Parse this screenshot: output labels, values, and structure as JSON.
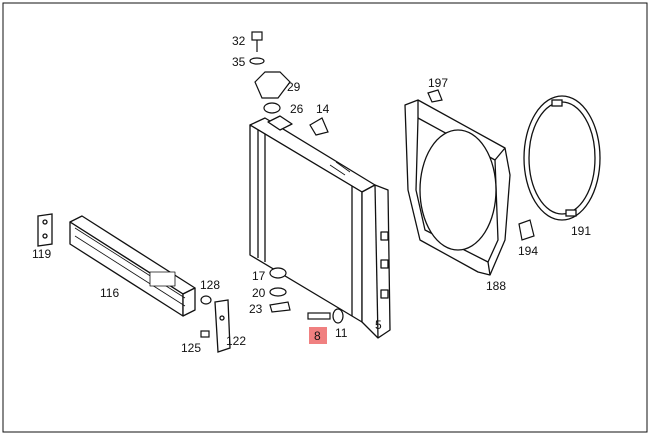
{
  "diagram": {
    "highlight_color": "#f08080",
    "parts": [
      {
        "id": "p32",
        "label": "32"
      },
      {
        "id": "p35",
        "label": "35"
      },
      {
        "id": "p29",
        "label": "29"
      },
      {
        "id": "p26",
        "label": "26"
      },
      {
        "id": "p14",
        "label": "14"
      },
      {
        "id": "p197",
        "label": "197"
      },
      {
        "id": "p191",
        "label": "191"
      },
      {
        "id": "p194",
        "label": "194"
      },
      {
        "id": "p188",
        "label": "188"
      },
      {
        "id": "p119",
        "label": "119"
      },
      {
        "id": "p116",
        "label": "116"
      },
      {
        "id": "p128",
        "label": "128"
      },
      {
        "id": "p125",
        "label": "125"
      },
      {
        "id": "p122",
        "label": "122"
      },
      {
        "id": "p17",
        "label": "17"
      },
      {
        "id": "p20",
        "label": "20"
      },
      {
        "id": "p23",
        "label": "23"
      },
      {
        "id": "p8",
        "label": "8",
        "highlighted": true
      },
      {
        "id": "p11",
        "label": "11"
      },
      {
        "id": "p5",
        "label": "5"
      }
    ]
  }
}
